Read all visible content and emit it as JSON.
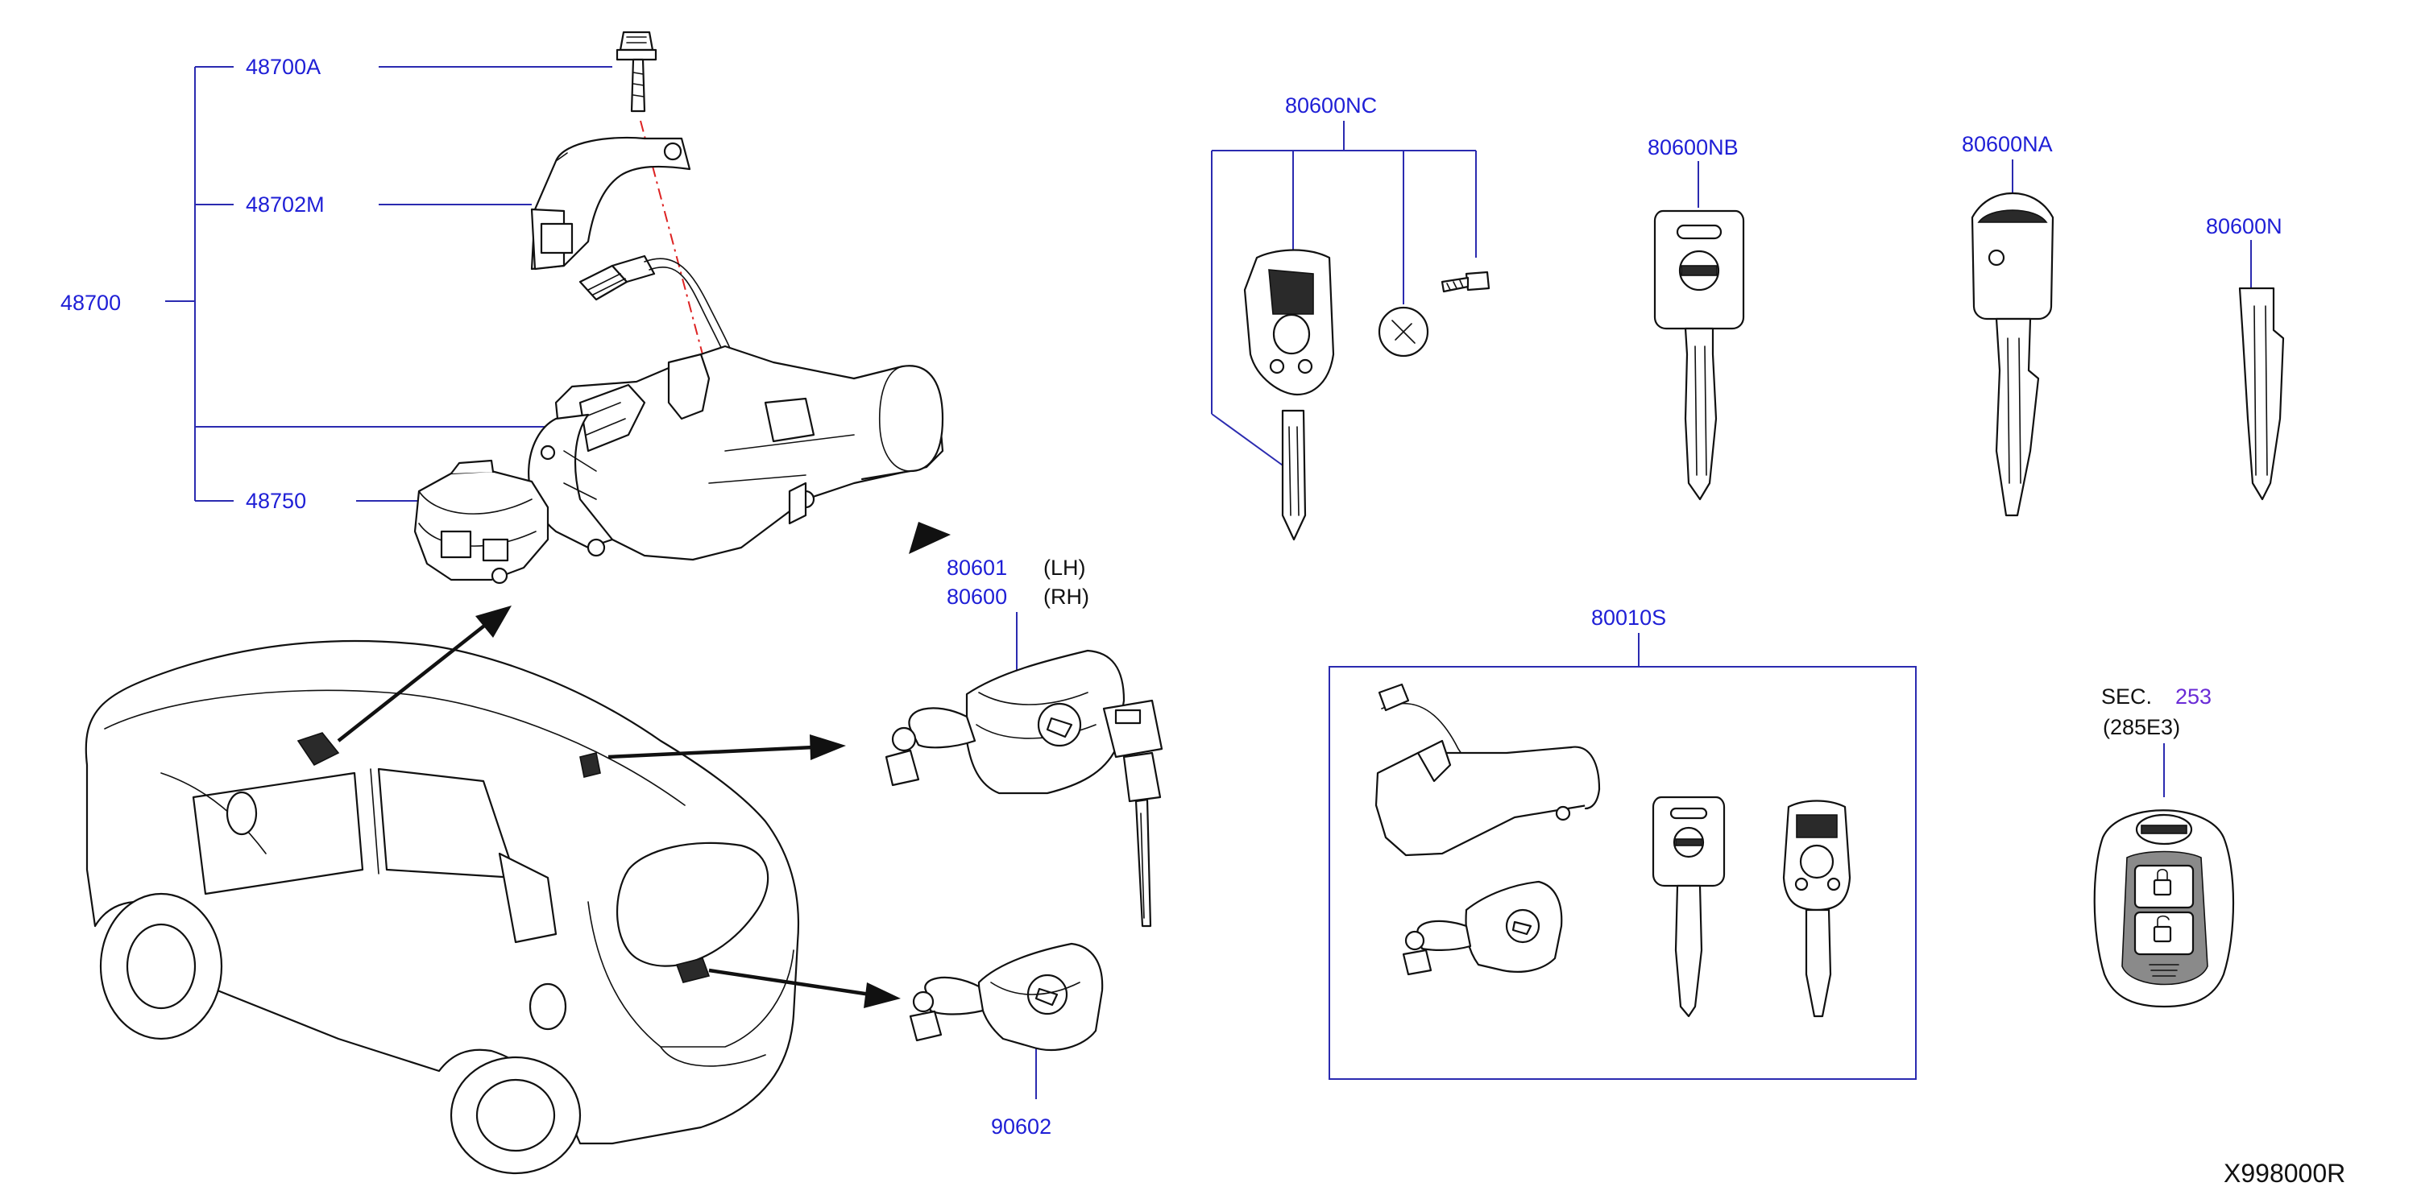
{
  "diagram": {
    "title_code": "X998000R",
    "part_numbers": {
      "p48700A": "48700A",
      "p48702M": "48702M",
      "p48700": "48700",
      "p48750": "48750",
      "p80601": "80601",
      "p80600": "80600",
      "p90602": "90602",
      "p80600NC": "80600NC",
      "p80600NB": "80600NB",
      "p80600NA": "80600NA",
      "p80600N": "80600N",
      "p80010S": "80010S"
    },
    "side_lh": "(LH)",
    "side_rh": "(RH)",
    "sec_prefix": "SEC.",
    "sec_number": "253",
    "sec_sub": "(285E3)"
  },
  "colors": {
    "part_label": "#1f1fd6",
    "leader_line": "#2b2bb0",
    "section_link": "#6a2bd6",
    "ink": "#111111"
  }
}
